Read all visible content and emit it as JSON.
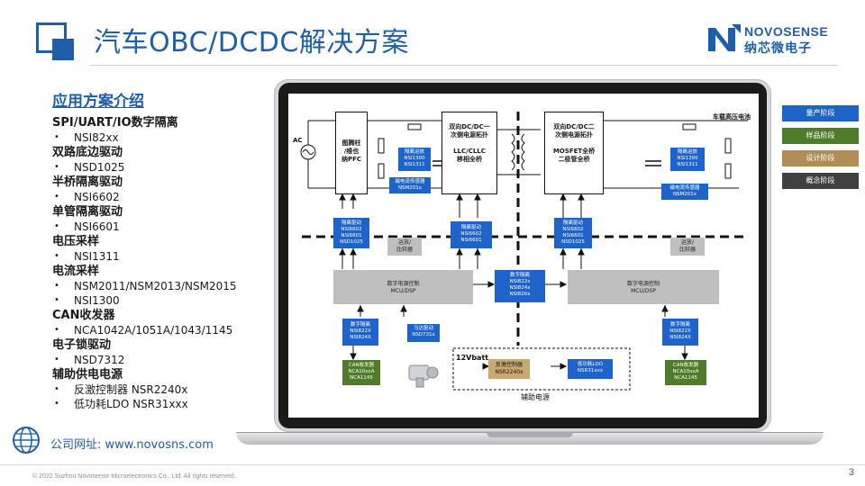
{
  "header": {
    "title": "汽车OBC/DCDC解决方案"
  },
  "brand": {
    "name_en": "NOVOSENSE",
    "name_cn": "纳芯微电子"
  },
  "applications": {
    "title": "应用方案介绍",
    "categories": [
      {
        "name": "SPI/UART/IO数字隔离",
        "items": [
          "NSI82xx"
        ]
      },
      {
        "name": "双路底边驱动",
        "items": [
          "NSD1025"
        ]
      },
      {
        "name": "半桥隔离驱动",
        "items": [
          "NSI6602"
        ]
      },
      {
        "name": "单管隔离驱动",
        "items": [
          "NSI6601"
        ]
      },
      {
        "name": "电压采样",
        "items": [
          "NSI1311"
        ]
      },
      {
        "name": "电流采样",
        "items": [
          "NSM2011/NSM2013/NSM2015",
          "NSI1300"
        ]
      },
      {
        "name": "CAN收发器",
        "items": [
          "NCA1042A/1051A/1043/1145"
        ]
      },
      {
        "name": "电子锁驱动",
        "items": [
          "NSD7312"
        ]
      },
      {
        "name": "辅助供电电源",
        "items": [
          "反激控制器   NSR2240x",
          "低功耗LDO   NSR31xxx"
        ]
      }
    ]
  },
  "website": {
    "label": "公司网址: www.novosns.com"
  },
  "footer": {
    "copyright": "© 2022 Suzhou Novosense Microelectronics Co., Ltd.  All rights reserved.",
    "page_number": "3"
  },
  "stages": [
    {
      "label": "量产阶段",
      "color": "#1e63c9"
    },
    {
      "label": "样品阶段",
      "color": "#4f7c2a"
    },
    {
      "label": "设计阶段",
      "color": "#b08d55"
    },
    {
      "label": "概念阶段",
      "color": "#404040"
    }
  ],
  "diagram": {
    "ac": "AC",
    "pfc": "图腾柱\n/维也\n纳PFC",
    "llc": "双向DC/DC一\n次侧电源拓扑\n\nLLC/CLLC\n移相全桥",
    "mosfet": "双向DC/DC二\n次侧电源拓扑\n\nMOSFET全桥\n二极管全桥",
    "hv_battery": "车载高压电池",
    "amp_left": "隔离运放\nNSI1300\nNSI1311",
    "amp_right": "隔离运放\nNSI1300\nNSI1311",
    "cur_sensor_left": "磁电流传感器\nNSM201x",
    "cur_sensor_right": "磁电流传感器\nNSM201x",
    "drv_1": "隔离驱动\nNSI6602\nNSI6601\nNSD1025",
    "drv_2": "隔离驱动\nNSI6602\nNSI6601",
    "drv_3": "隔离驱动\nNSI6602\nNSI6601\nNSD1025",
    "comp_left": "运放/\n比较器",
    "comp_right": "运放/\n比较器",
    "mcu_left": "数字电源控制\nMCU/DSP",
    "mcu_right": "数字电源控制\nMCU/DSP",
    "iso_center": "数字隔离\nNSI822x\nNSI824x\nNSI826x",
    "iso_left": "数字隔离\nNSI822X\nNSI824X",
    "iso_right": "数字隔离\nNSI822X\nNSI824X",
    "motor_drv": "马达驱动\nNSD731x",
    "can_left": "CAN收发器\nNCA10xxA\nNCA1145",
    "can_right": "CAN收发器\nNCA10xxA\nNCA1145",
    "vbatt": "12Vbatt",
    "flyback": "反激控制器\nNSR2240x",
    "ldo": "低功耗LDO\nNSR31xxx",
    "aux_power": "辅助电源"
  }
}
